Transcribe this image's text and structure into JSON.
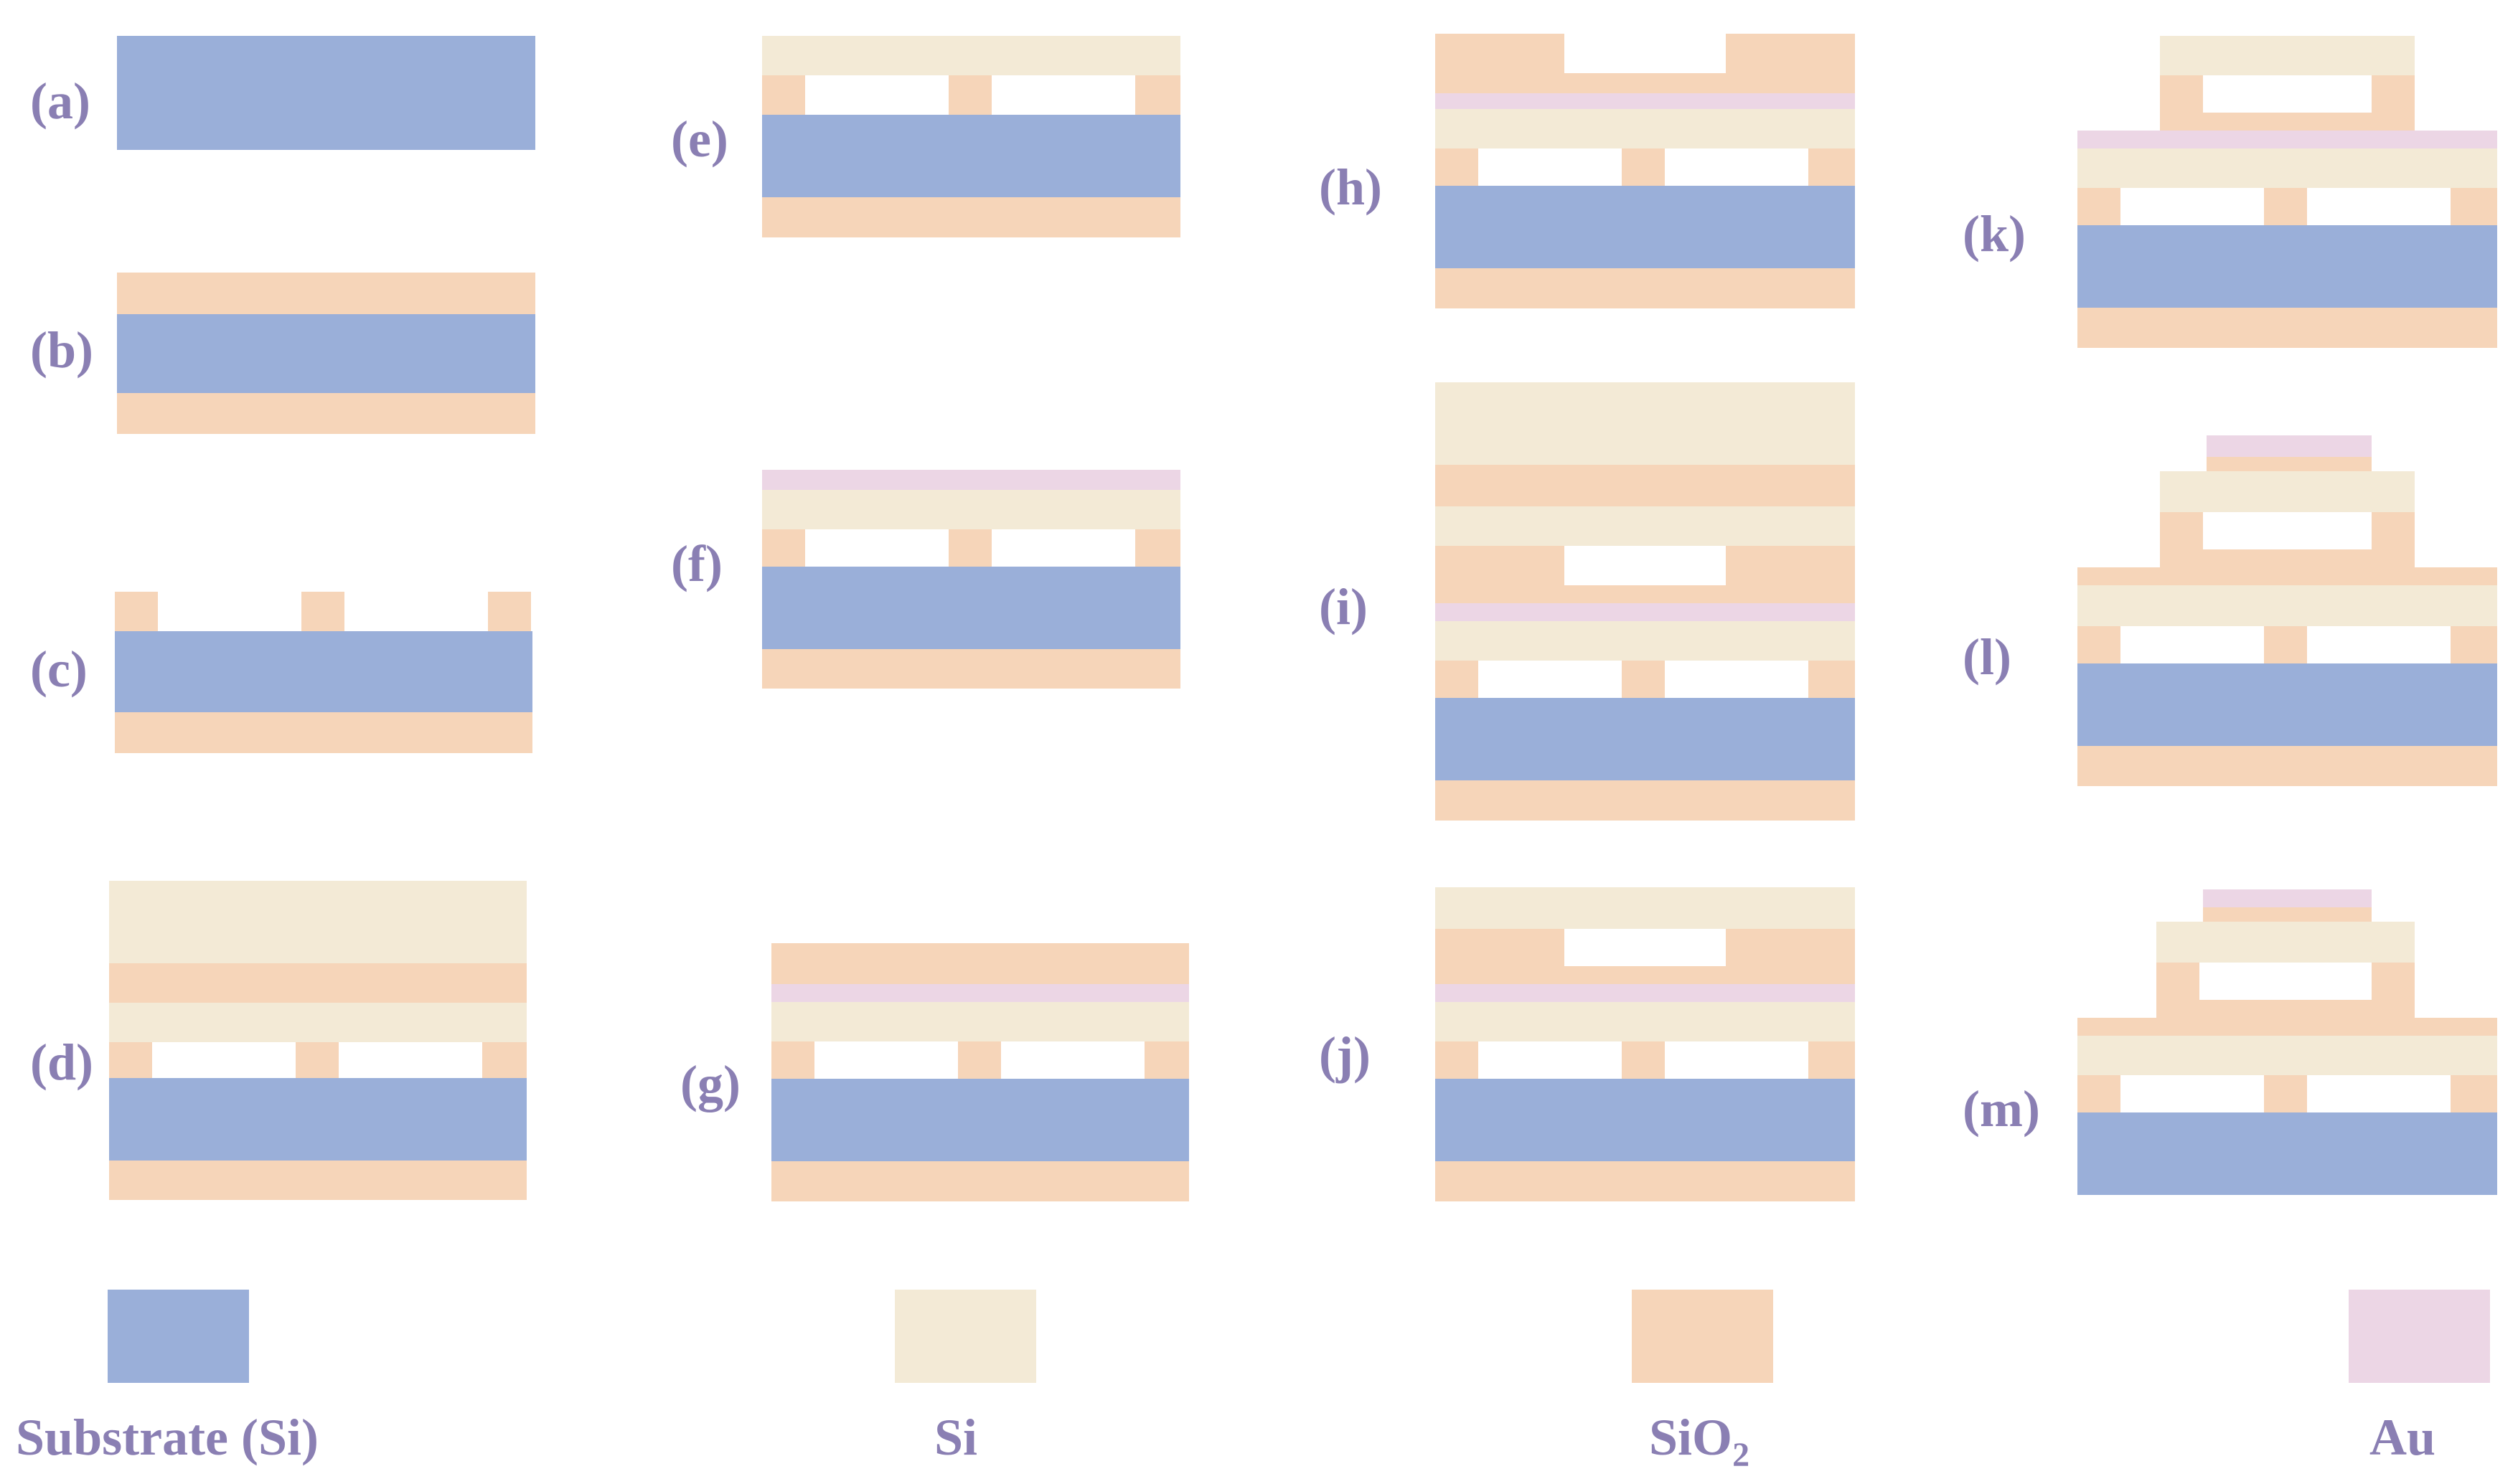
{
  "materials": {
    "substrate": {
      "name": "Substrate (Si)",
      "color": "#9aafd9"
    },
    "si": {
      "name": "Si",
      "color": "#f3ead6"
    },
    "sio2": {
      "name": "SiO",
      "subscript": "2",
      "color": "#f6d5b9"
    },
    "au": {
      "name": "Au",
      "color": "#ecd6e5"
    }
  },
  "steps": [
    {
      "label": "(a)"
    },
    {
      "label": "(b)"
    },
    {
      "label": "(c)"
    },
    {
      "label": "(d)"
    },
    {
      "label": "(e)"
    },
    {
      "label": "(f)"
    },
    {
      "label": "(g)"
    },
    {
      "label": "(h)"
    },
    {
      "label": "(i)"
    },
    {
      "label": "(j)"
    },
    {
      "label": "(k)"
    },
    {
      "label": "(l)"
    },
    {
      "label": "(m)"
    }
  ],
  "legend": {
    "items": [
      "substrate",
      "si",
      "sio2",
      "au"
    ]
  }
}
